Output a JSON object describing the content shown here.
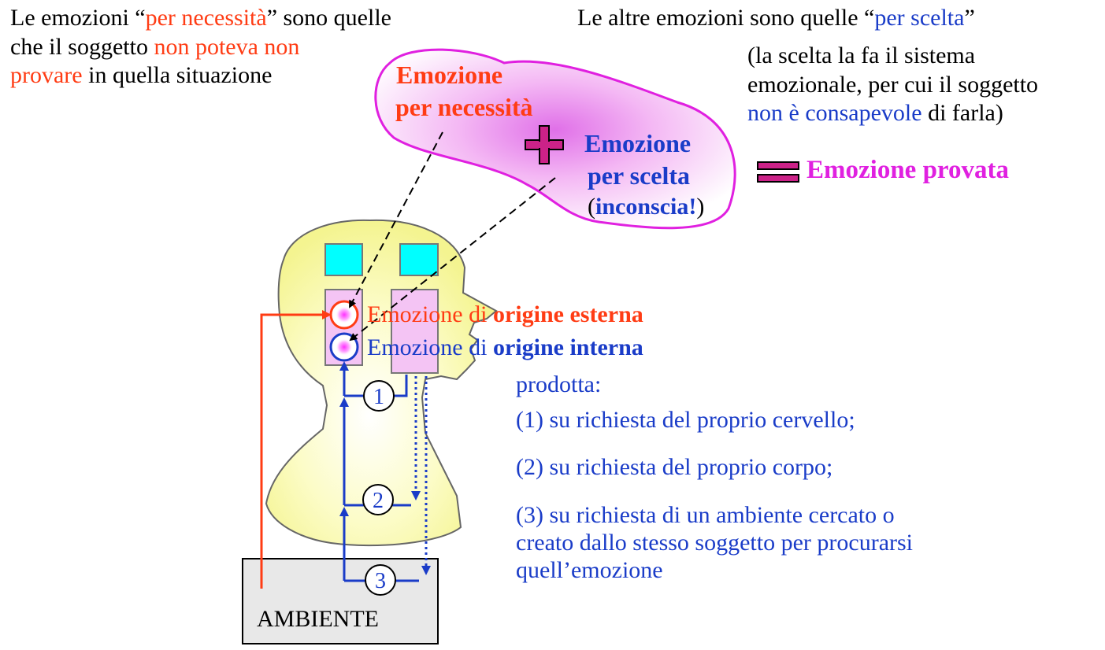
{
  "left_note": {
    "l1a": "Le emozioni “",
    "l1b": "per necessità",
    "l1c": "” sono quelle",
    "l2a": "che il soggetto ",
    "l2b": "non poteva non",
    "l3a": "provare",
    "l3b": " in quella situazione"
  },
  "right_note": {
    "l1a": "Le altre emozioni sono quelle “",
    "l1b": "per scelta",
    "l1c": "”",
    "l2": "(la scelta la fa il sistema",
    "l3": "emozionale, per cui il soggetto",
    "l4a": "non è consapevole",
    "l4b": " di farla)"
  },
  "cloud": {
    "necessity_l1": "Emozione",
    "necessity_l2": "per necessità",
    "choice_l1": "Emozione",
    "choice_l2": "per scelta",
    "choice_l3a": "(",
    "choice_l3b": "inconscia!",
    "choice_l3c": ")"
  },
  "result": "Emozione provata",
  "labels": {
    "external_a": "Emozione di ",
    "external_b": "origine esterna",
    "internal_a": "Emozione di ",
    "internal_b": "origine interna"
  },
  "produced": {
    "title": "prodotta:",
    "item1": "(1) su richiesta del proprio cervello;",
    "item2": "(2) su richiesta del proprio corpo;",
    "item3_l1": "(3) su richiesta di un ambiente cercato o",
    "item3_l2": "creato dallo stesso soggetto per procurarsi",
    "item3_l3": "quell’emozione"
  },
  "markers": [
    "1",
    "2",
    "3"
  ],
  "ambient_label": "AMBIENTE",
  "colors": {
    "red": "#ff3c14",
    "blue": "#1a3cc8",
    "magenta": "#e020e0",
    "head_fill": "#f8f8a0",
    "cyan": "#00ffff",
    "pink_box": "#f4c4f4",
    "ambient_box": "#e8e8e8"
  }
}
